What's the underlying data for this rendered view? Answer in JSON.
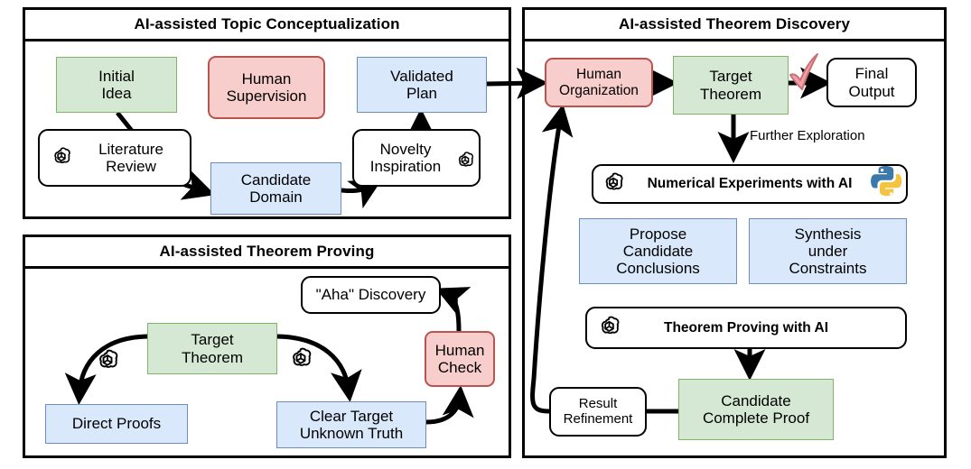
{
  "figure": {
    "title": "AI-assisted mathematical research workflow diagram",
    "colors": {
      "green_fill": "#d5e8d4",
      "green_stroke": "#82b366",
      "blue_fill": "#dae8fc",
      "blue_stroke": "#6c8ebf",
      "pink_fill": "#f8cecc",
      "pink_stroke": "#b85450",
      "white_fill": "#ffffff",
      "stroke": "#000000",
      "python_blue": "#3C78A9",
      "python_yellow": "#F4C33F",
      "check_fill": "#f2a0a6",
      "check_stroke": "#c96f76"
    }
  },
  "panels": [
    {
      "id": "topic",
      "title": "AI-assisted Topic Conceptualization"
    },
    {
      "id": "proving",
      "title": "AI-assisted Theorem Proving"
    },
    {
      "id": "discovery",
      "title": "AI-assisted Theorem Discovery"
    }
  ],
  "topic_panel": {
    "nodes": [
      {
        "id": "initial-idea",
        "label": "Initial\nIdea",
        "style": "green"
      },
      {
        "id": "human-supervision",
        "label": "Human\nSupervision",
        "style": "pink"
      },
      {
        "id": "validated-plan",
        "label": "Validated\nPlan",
        "style": "blue"
      },
      {
        "id": "literature-review",
        "label": "Literature\nReview",
        "style": "white",
        "icon": "openai-icon",
        "icon_side": "left"
      },
      {
        "id": "candidate-domain",
        "label": "Candidate\nDomain",
        "style": "blue"
      },
      {
        "id": "novelty-inspiration",
        "label": "Novelty\nInspiration",
        "style": "white",
        "icon": "openai-icon",
        "icon_side": "right"
      }
    ]
  },
  "proving_panel": {
    "nodes": [
      {
        "id": "aha-discovery",
        "label": "\"Aha\" Discovery",
        "style": "white"
      },
      {
        "id": "target-theorem",
        "label": "Target\nTheorem",
        "style": "green"
      },
      {
        "id": "human-check",
        "label": "Human\nCheck",
        "style": "pink"
      },
      {
        "id": "direct-proofs",
        "label": "Direct Proofs",
        "style": "blue"
      },
      {
        "id": "clear-target-unknown-truth",
        "label": "Clear Target\nUnknown Truth",
        "style": "blue"
      }
    ],
    "floating_icons": [
      {
        "id": "openai-icon-left-branch",
        "icon": "openai-icon"
      },
      {
        "id": "openai-icon-right-branch",
        "icon": "openai-icon"
      }
    ]
  },
  "discovery_panel": {
    "nodes": [
      {
        "id": "human-organization",
        "label": "Human\nOrganization",
        "style": "pink"
      },
      {
        "id": "target-theorem",
        "label": "Target\nTheorem",
        "style": "green"
      },
      {
        "id": "final-output",
        "label": "Final\nOutput",
        "style": "white"
      },
      {
        "id": "numerical-experiments",
        "label": "Numerical Experiments with AI",
        "style": "white",
        "bold": true,
        "icon_left": "openai-icon",
        "icon_right": "python-icon"
      },
      {
        "id": "propose-candidate-conclusions",
        "label": "Propose\nCandidate\nConclusions",
        "style": "blue"
      },
      {
        "id": "synthesis-under-constraints",
        "label": "Synthesis\nunder\nConstraints",
        "style": "blue"
      },
      {
        "id": "theorem-proving-with-ai",
        "label": "Theorem Proving with AI",
        "style": "white",
        "bold": true,
        "icon_left": "openai-icon"
      },
      {
        "id": "result-refinement",
        "label": "Result\nRefinement",
        "style": "white"
      },
      {
        "id": "candidate-complete-proof",
        "label": "Candidate\nComplete Proof",
        "style": "green"
      }
    ],
    "edge_labels": [
      {
        "id": "further-exploration",
        "text": "Further Exploration"
      }
    ],
    "markers": [
      {
        "id": "verified-checkmark",
        "icon": "check-icon"
      }
    ]
  }
}
